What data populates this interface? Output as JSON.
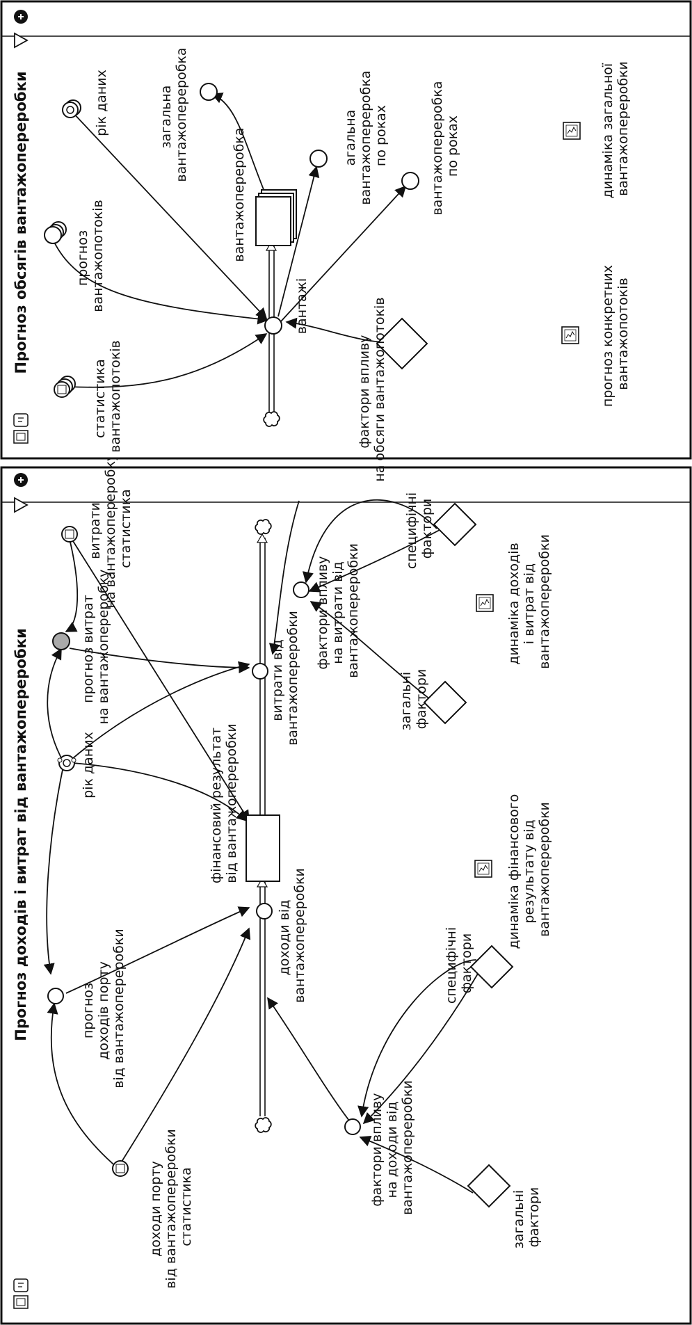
{
  "panel_left": {
    "title": "Прогноз доходів і витрат від вантажопереробки",
    "labels": {
      "income_forecast": [
        "прогноз",
        "доходів порту",
        "від вантажопереробки"
      ],
      "income_stats": [
        "доходи порту",
        "від вантажопереробки",
        "статистика"
      ],
      "data_year": [
        "рік даних"
      ],
      "cost_forecast": [
        "прогноз витрат",
        "на вантажопереробку"
      ],
      "cost_stats": [
        "витрати",
        "на вантажопереробку",
        "статистика"
      ],
      "fin_result": [
        "фінансовий результат",
        "від вантажопереробки"
      ],
      "income_flow": [
        "доходи від",
        "вантажопереробки"
      ],
      "cost_flow": [
        "витрати від",
        "вантажопереробки"
      ],
      "income_factors": [
        "фактори впливу",
        "на доходи від",
        "вантажопереробки"
      ],
      "income_general": [
        "загальні",
        "фактори"
      ],
      "income_specific": [
        "специфічні",
        "фактори"
      ],
      "cost_factors": [
        "фактори впливу",
        "на витрати від",
        "вантажопереробки"
      ],
      "cost_general": [
        "загальні",
        "фактори"
      ],
      "cost_specific": [
        "специфічні",
        "фактори"
      ],
      "graph_fin": [
        "динаміка фінансового",
        "результату від",
        "вантажопереробки"
      ],
      "graph_inc": [
        "динаміка доходів",
        "і витрат від",
        "вантажопереробки"
      ]
    }
  },
  "panel_right": {
    "title": "Прогноз обсягів вантажопереробки",
    "labels": {
      "stats": [
        "статистика",
        "вантажопотоків"
      ],
      "forecast": [
        "прогноз",
        "вантажопотоків"
      ],
      "data_year": [
        "рік даних"
      ],
      "total": [
        "загальна",
        "вантажопереробка"
      ],
      "stock": [
        "вантажопереробка"
      ],
      "flow": [
        "вантажі"
      ],
      "total_year": [
        "агальна",
        "вантажопереробка",
        "по роках"
      ],
      "by_year": [
        "вантажопереробка",
        "по роках"
      ],
      "factors": [
        "фактори впливу",
        "на обсяги вантажопотоків"
      ],
      "graph_specific": [
        "прогноз конкретних",
        "вантажопотоків"
      ],
      "graph_total": [
        "динаміка загальної",
        "вантажопереробки"
      ]
    }
  },
  "icons": [
    "model-window-icon",
    "notes-icon",
    "triangle-icon",
    "lock-icon",
    "cloud-icon",
    "graph-icon"
  ]
}
